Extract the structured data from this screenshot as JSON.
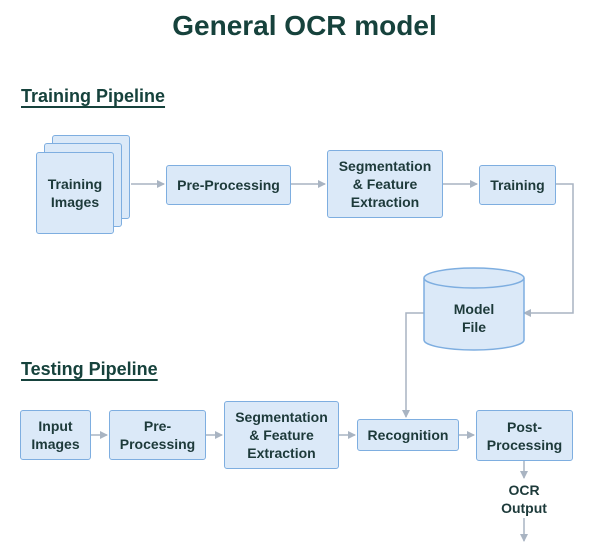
{
  "title": "General OCR model",
  "training": {
    "heading": "Training Pipeline",
    "images": "Training\nImages",
    "preprocessing": "Pre-Processing",
    "segmentation": "Segmentation\n& Feature\nExtraction",
    "training": "Training"
  },
  "model_file": "Model\nFile",
  "testing": {
    "heading": "Testing Pipeline",
    "input_images": "Input\nImages",
    "preprocessing": "Pre-\nProcessing",
    "segmentation": "Segmentation\n& Feature\nExtraction",
    "recognition": "Recognition",
    "postprocessing": "Post-\nProcessing",
    "output": "OCR\nOutput"
  },
  "colors": {
    "title": "#16423c",
    "box_fill": "#dbe9f8",
    "box_border": "#7eaee0",
    "arrow": "#a9b4c2"
  }
}
